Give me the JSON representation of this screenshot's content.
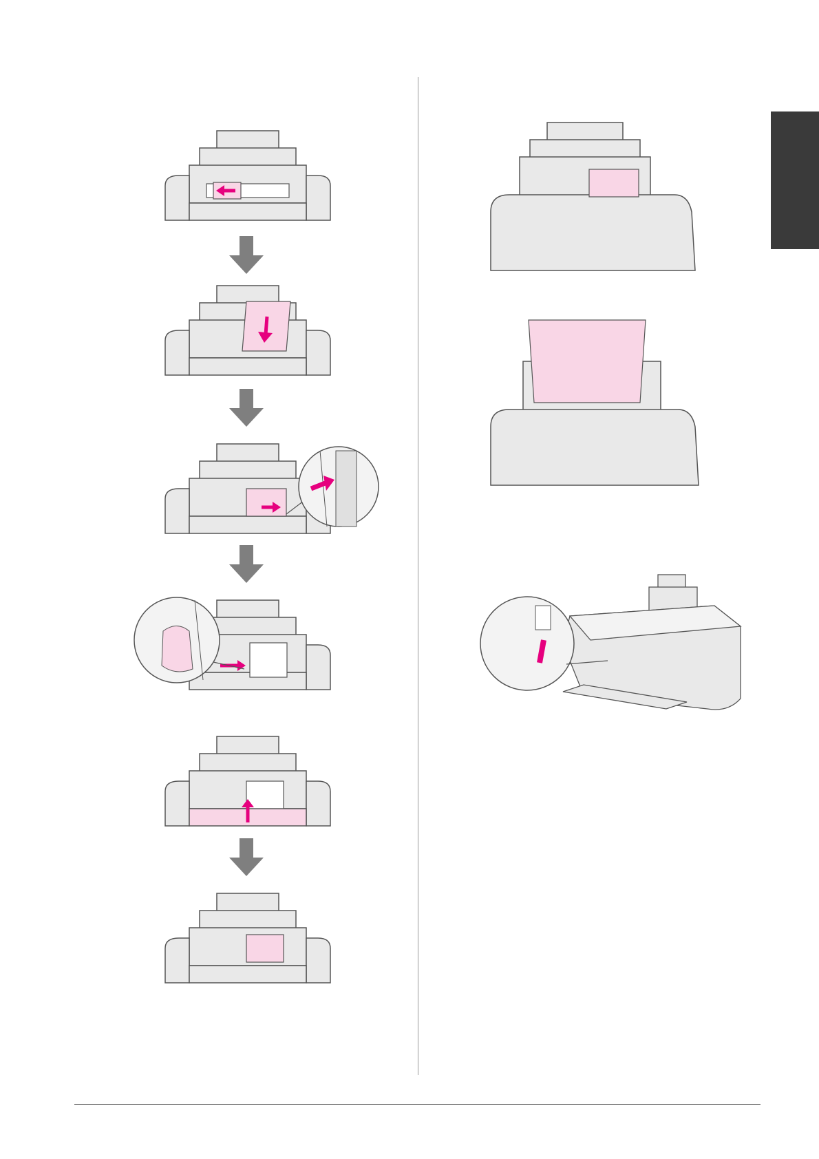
{
  "page": {
    "colors": {
      "paper_pink": "#f9d6e6",
      "arrow_magenta": "#e6007e",
      "printer_light": "#e9e9e9",
      "printer_mid": "#cfcfcf",
      "outline": "#555555",
      "step_arrow": "#7f7f7f",
      "side_tab": "#3a3a3a"
    }
  },
  "figures": {
    "left": [
      {
        "name": "slide-edge-guide-left",
        "icon": "printer-tray-guide-left"
      },
      {
        "name": "load-paper-down",
        "icon": "printer-tray-paper-down"
      },
      {
        "name": "slide-guide-to-paper",
        "icon": "printer-tray-guide-right-zoom"
      },
      {
        "name": "load-envelope-guide",
        "icon": "printer-tray-envelope-zoom"
      },
      {
        "name": "flip-feeder-guard",
        "icon": "printer-tray-guard-up"
      },
      {
        "name": "paper-loaded",
        "icon": "printer-tray-loaded"
      }
    ],
    "right": [
      {
        "name": "small-paper-loaded",
        "icon": "printer-small-paper"
      },
      {
        "name": "large-paper-loaded",
        "icon": "printer-large-paper"
      },
      {
        "name": "paper-thickness-lever",
        "icon": "printer-lever-zoom"
      }
    ]
  }
}
